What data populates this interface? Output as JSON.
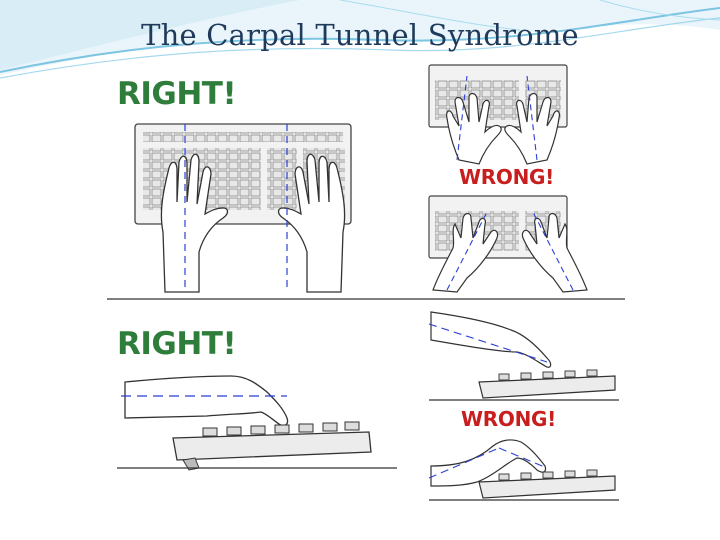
{
  "slide": {
    "title": "The Carpal Tunnel Syndrome"
  },
  "figure": {
    "top_left_label": "RIGHT!",
    "top_right_label": "WRONG!",
    "bottom_left_label": "RIGHT!",
    "bottom_right_label": "WRONG!"
  },
  "colors": {
    "title": "#1f3a5a",
    "right_label": "#2e7d3a",
    "wrong_label": "#c81e1e",
    "guide_line": "#2b3fd6",
    "swoosh_blue": "#5fb8dc"
  }
}
